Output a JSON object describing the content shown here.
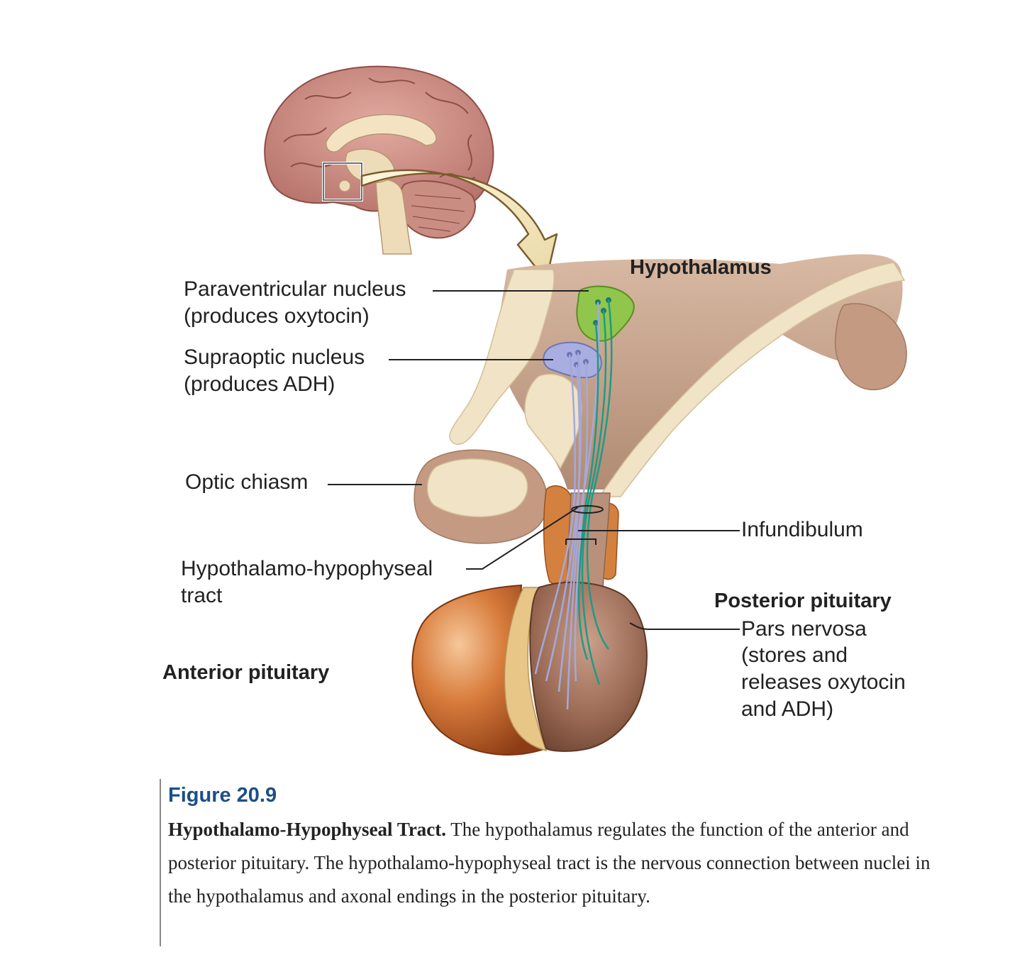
{
  "labels": {
    "hypothalamus": "Hypothalamus",
    "paraventricular_1": "Paraventricular nucleus",
    "paraventricular_2": "(produces oxytocin)",
    "supraoptic_1": "Supraoptic nucleus",
    "supraoptic_2": "(produces ADH)",
    "optic_chiasm": "Optic chiasm",
    "tract_1": "Hypothalamo-hypophyseal",
    "tract_2": "tract",
    "anterior_pituitary": "Anterior pituitary",
    "infundibulum": "Infundibulum",
    "posterior_pituitary": "Posterior pituitary",
    "pars_1": "Pars nervosa",
    "pars_2": "(stores and",
    "pars_3": "releases oxytocin",
    "pars_4": "and ADH)"
  },
  "caption": {
    "figure_number": "Figure 20.9",
    "title": "Hypothalamo-Hypophyseal Tract.",
    "text": " The hypothalamus regulates the function of the anterior and posterior pituitary. The hypothalamo-hypophyseal tract is the nervous connection between nuclei in the hypothalamus and axonal endings in the posterior pituitary."
  },
  "colors": {
    "accent_blue": "#1e4e86",
    "paraventricular_nucleus": "#8fc64b",
    "supraoptic_nucleus": "#a9aee0",
    "anterior_pituitary": "#c8672a",
    "posterior_pituitary": "#9b6a55"
  }
}
